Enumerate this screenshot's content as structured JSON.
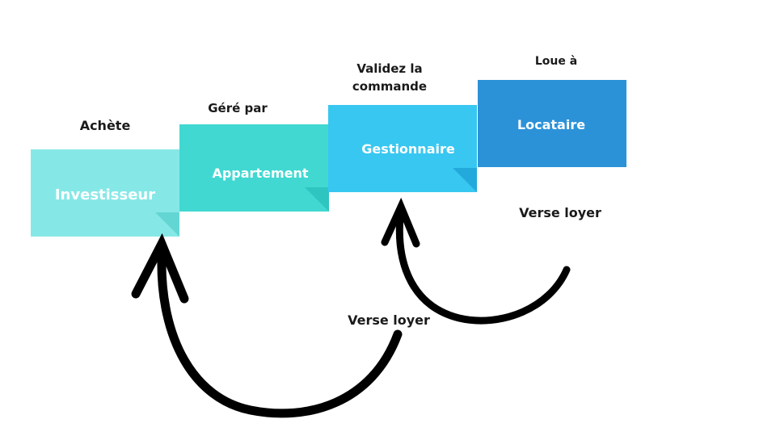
{
  "boxes": {
    "investisseur": {
      "label": "Investisseur",
      "color": "#86e8e6",
      "fold_color": "#63d6d4"
    },
    "appartement": {
      "label": "Appartement",
      "color": "#41d8d2",
      "fold_color": "#2ec4bf"
    },
    "gestionnaire": {
      "label": "Gestionnaire",
      "color": "#38c7f0",
      "fold_color": "#23a9dc"
    },
    "locataire": {
      "label": "Locataire",
      "color": "#2c92d8"
    }
  },
  "captions": {
    "achete": "Achète",
    "gere_par": "Géré par",
    "validez_line1": "Validez la",
    "validez_line2": "commande",
    "loue_a": "Loue à",
    "verse_loyer_right": "Verse loyer",
    "verse_loyer_bottom": "Verse loyer"
  },
  "arrows": {
    "large": {
      "from": "gestionnaire",
      "to": "investisseur",
      "icon": "curved-arrow-icon"
    },
    "small": {
      "from": "locataire",
      "to": "gestionnaire",
      "icon": "curved-arrow-icon"
    }
  }
}
